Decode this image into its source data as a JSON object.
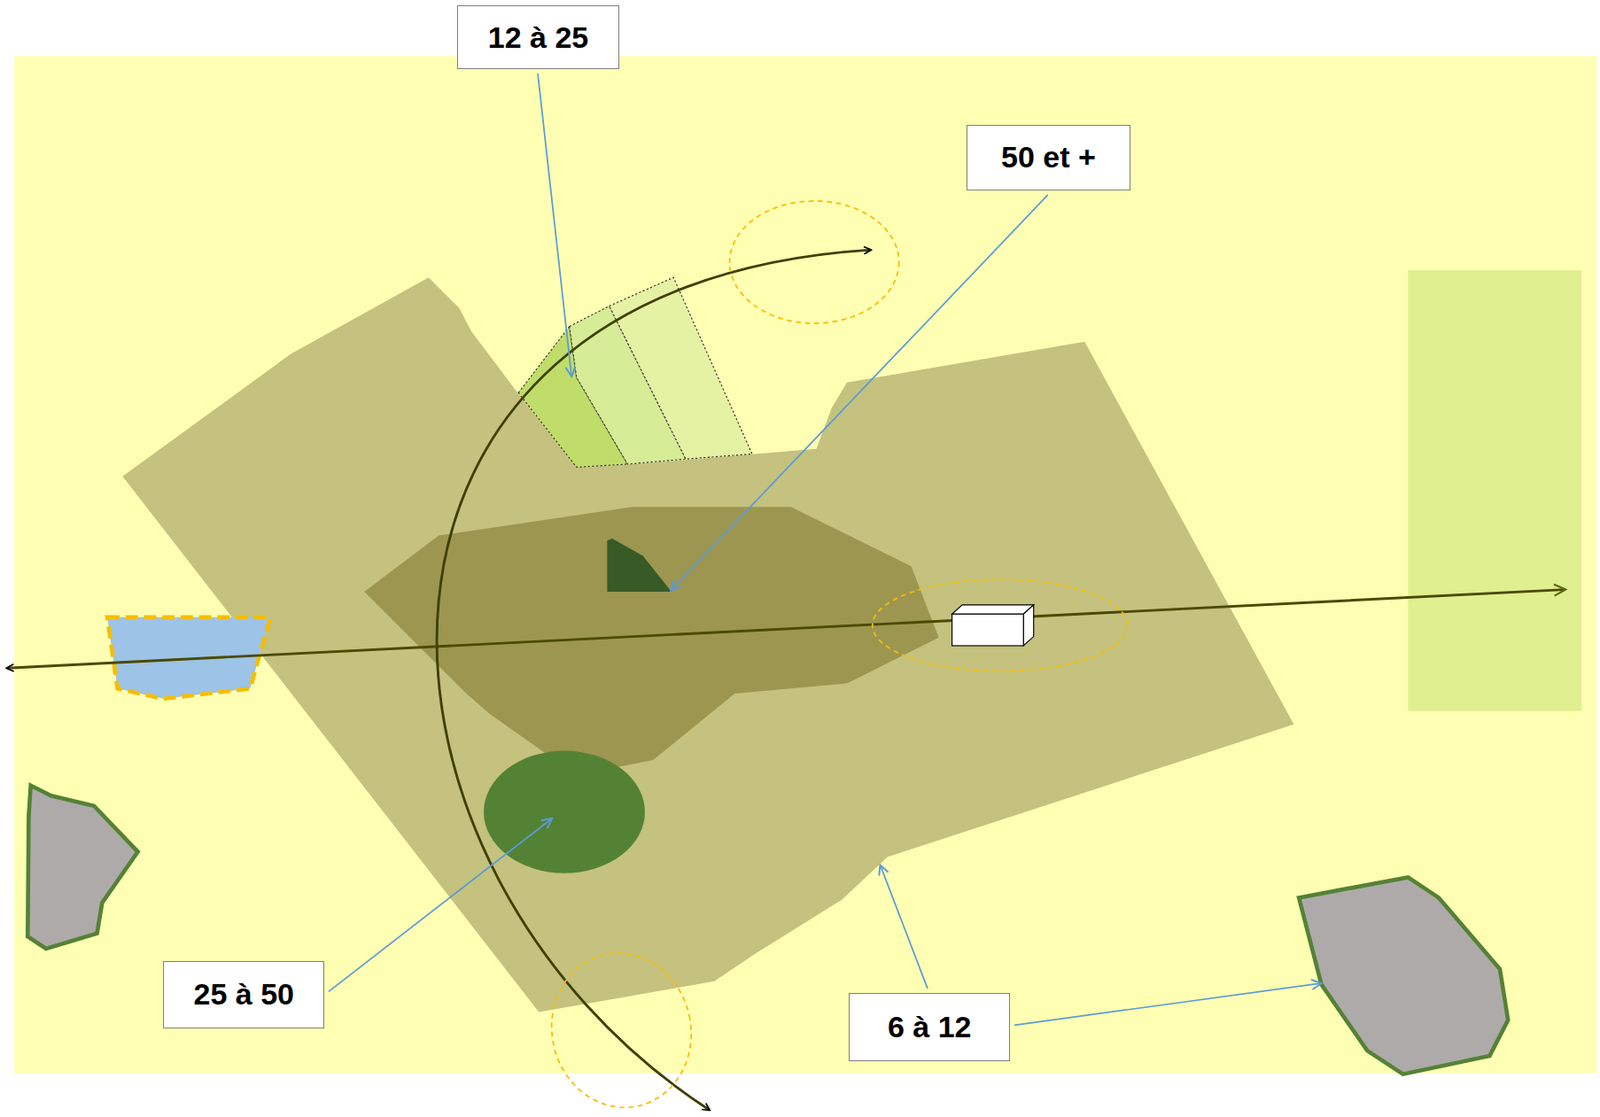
{
  "diagram": {
    "nodes": [
      {
        "text": [
          "12 à 25"
        ]
      },
      {
        "text": [
          "50 et +"
        ]
      },
      {
        "text": [
          "25 à 50"
        ]
      },
      {
        "text": [
          "6 à 12"
        ]
      }
    ]
  }
}
